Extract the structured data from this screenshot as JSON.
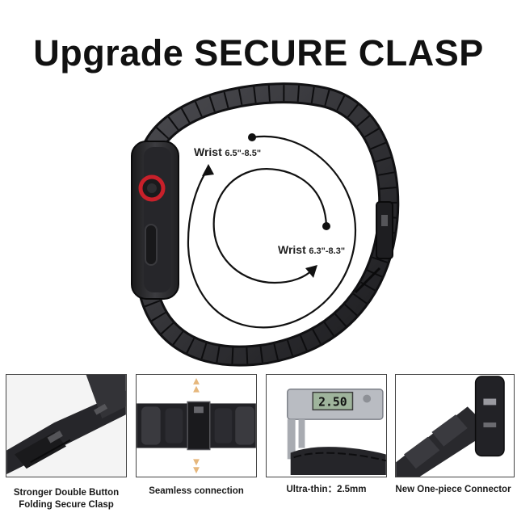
{
  "headline": "Upgrade SECURE CLASP",
  "wrist_outer": {
    "label": "Wrist",
    "range": "6.5\"-8.5\""
  },
  "wrist_inner": {
    "label": "Wrist",
    "range": "6.3\"-8.3\""
  },
  "features": [
    {
      "caption": "Stronger Double Button Folding Secure Clasp"
    },
    {
      "caption": "Seamless connection"
    },
    {
      "caption": "Ultra-thin：2.5mm",
      "gauge_reading": "2.50"
    },
    {
      "caption": "New One-piece Connector"
    }
  ],
  "colors": {
    "band": "#2b2b2e",
    "band_edge": "#111113",
    "watch_crown": "#c8202a",
    "text": "#111111"
  }
}
